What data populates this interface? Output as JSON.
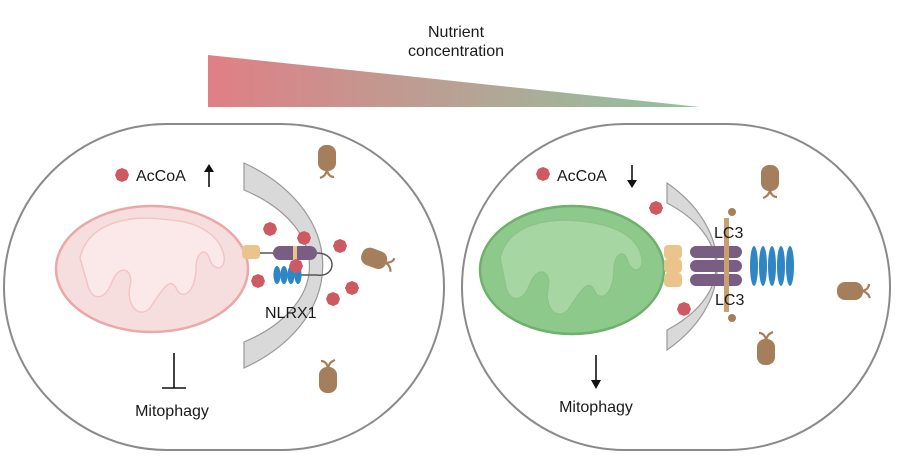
{
  "gradient": {
    "title_line1": "Nutrient",
    "title_line2": "concentration",
    "color_high": "#e07f86",
    "color_low": "#8fc4a0"
  },
  "left_cell": {
    "acoa_label": "AcCoA",
    "acoa_direction": "up",
    "protein_label": "NLRX1",
    "outcome_label": "Mitophagy",
    "outcome_symbol": "inhibition",
    "mito_fill": "#f7dede",
    "mito_stroke": "#eba8a8"
  },
  "right_cell": {
    "acoa_label": "AcCoA",
    "acoa_direction": "down",
    "lc3_label_top": "LC3",
    "lc3_label_bottom": "LC3",
    "outcome_label": "Mitophagy",
    "outcome_symbol": "arrow-down",
    "mito_fill": "#8ec98c",
    "mito_stroke": "#6fb06d"
  },
  "colors": {
    "accoa": "#cd5a63",
    "er": "#d9d9d9",
    "cell_outline": "#8a8a8a",
    "ribosome": "#a57f5b",
    "nlrx1_purple": "#7a5d82",
    "lrr_blue": "#2f86c4",
    "tan": "#ebc48c"
  }
}
